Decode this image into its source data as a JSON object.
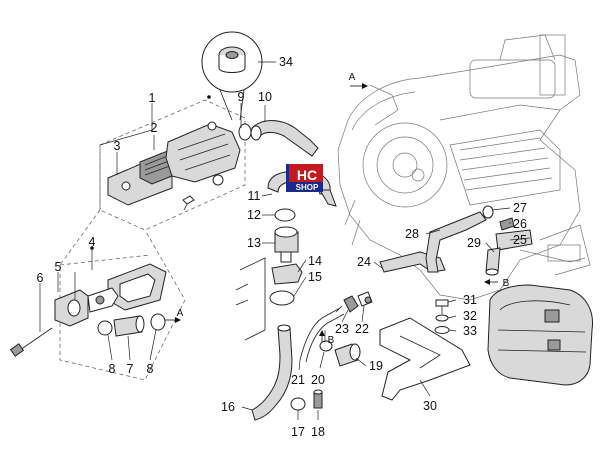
{
  "labels": [
    "1",
    "2",
    "3",
    "4",
    "5",
    "6",
    "7",
    "8",
    "8",
    "9",
    "10",
    "11",
    "12",
    "13",
    "14",
    "15",
    "16",
    "17",
    "18",
    "19",
    "20",
    "21",
    "22",
    "23",
    "24",
    "25",
    "26",
    "27",
    "28",
    "29",
    "30",
    "31",
    "32",
    "33",
    "34"
  ],
  "arrow_labels": [
    "A",
    "A",
    "B",
    "B"
  ],
  "logo": {
    "line1": "HC",
    "line2": "SHOP"
  }
}
